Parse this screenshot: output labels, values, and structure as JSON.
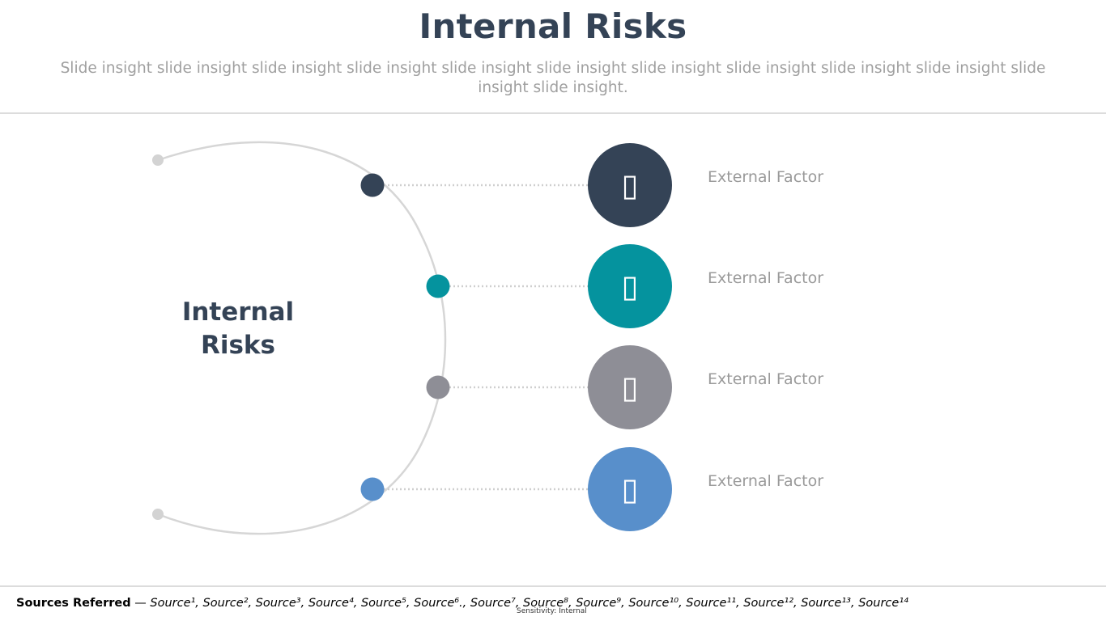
{
  "slide": {
    "title": "Internal Risks",
    "subtitle": "Slide insight slide insight slide insight slide insight slide insight slide insight slide insight slide insight slide insight slide insight slide insight slide insight."
  },
  "diagram": {
    "center_label": "Internal Risks",
    "arc_color": "#d6d6d6",
    "connector_color": "#cfcfcf",
    "factors": [
      {
        "label": "External Factor",
        "color": "#344356",
        "icon": "image-placeholder-icon",
        "glyph": "▯"
      },
      {
        "label": "External Factor",
        "color": "#05939E",
        "icon": "image-placeholder-icon",
        "glyph": "▯"
      },
      {
        "label": "External Factor",
        "color": "#8E8E96",
        "icon": "image-placeholder-icon",
        "glyph": "▯"
      },
      {
        "label": "External Factor",
        "color": "#588FCB",
        "icon": "image-placeholder-icon",
        "glyph": "▯"
      }
    ]
  },
  "footer": {
    "sources_lead": "Sources Referred",
    "sources_dash": " — ",
    "sources_list": "Source¹, Source², Source³, Source⁴, Source⁵, Source⁶., Source⁷, Source⁸, Source⁹, Source¹⁰, Source¹¹, Source¹², Source¹³, Source¹⁴",
    "sensitivity": "Sensitivity: Internal"
  }
}
